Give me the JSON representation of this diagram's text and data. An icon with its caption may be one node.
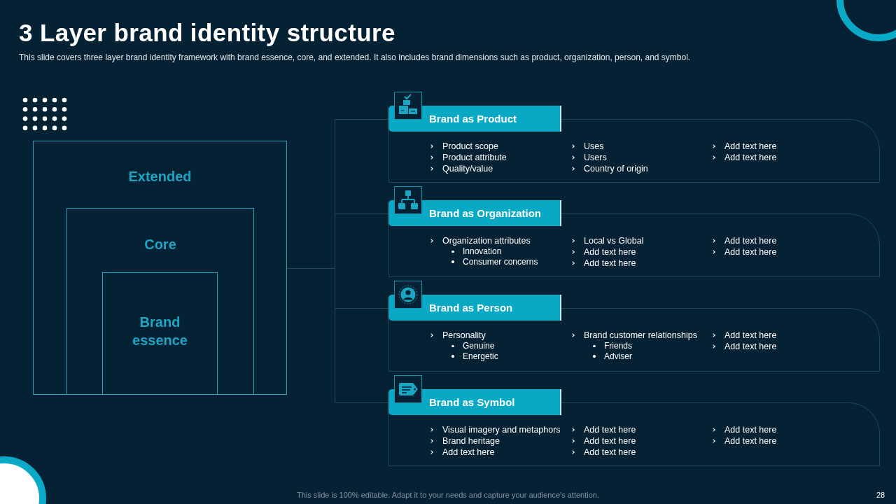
{
  "diagram": {
    "title": "3 Layer brand identity structure",
    "nodes": [
      {
        "text": [
          "Extended"
        ]
      },
      {
        "text": [
          "Core"
        ],
        "in": 0
      },
      {
        "text": [
          "Brand essence"
        ],
        "in": 1
      },
      {
        "text": [
          "Brand as Product",
          "Product scope",
          "Product attribute",
          "Quality/value",
          "Uses",
          "Users",
          "Country of origin",
          "Add text here",
          "Add text here"
        ]
      },
      {
        "text": [
          "Brand as Organization",
          "Organization attributes",
          "Innovation",
          "Consumer concerns",
          "Local vs Global",
          "Add text here",
          "Add text here",
          "Add text here",
          "Add text here"
        ]
      },
      {
        "text": [
          "Brand as Person",
          "Personality",
          "Genuine",
          "Energetic",
          "Brand customer relationships",
          "Friends",
          "Adviser",
          "Add text here",
          "Add text here"
        ]
      },
      {
        "text": [
          "Brand as Symbol",
          "Visual imagery and metaphors",
          "Brand heritage",
          "Add text here",
          "Add text here",
          "Add text here",
          "Add text here",
          "Add text here",
          "Add text here"
        ]
      }
    ],
    "edges": [
      {
        "from": 0,
        "to": 3,
        "arrow": "none"
      },
      {
        "from": 0,
        "to": 4,
        "arrow": "none"
      },
      {
        "from": 0,
        "to": 5,
        "arrow": "none"
      },
      {
        "from": 0,
        "to": 6,
        "arrow": "none"
      }
    ],
    "labels": [
      "This slide covers three layer brand identity framework with brand essence, core, and extended. It also includes brand dimensions such as product, organization, person, and symbol.",
      "This slide is 100% editable. Adapt it to your needs and capture your audience's attention.",
      "28"
    ]
  }
}
